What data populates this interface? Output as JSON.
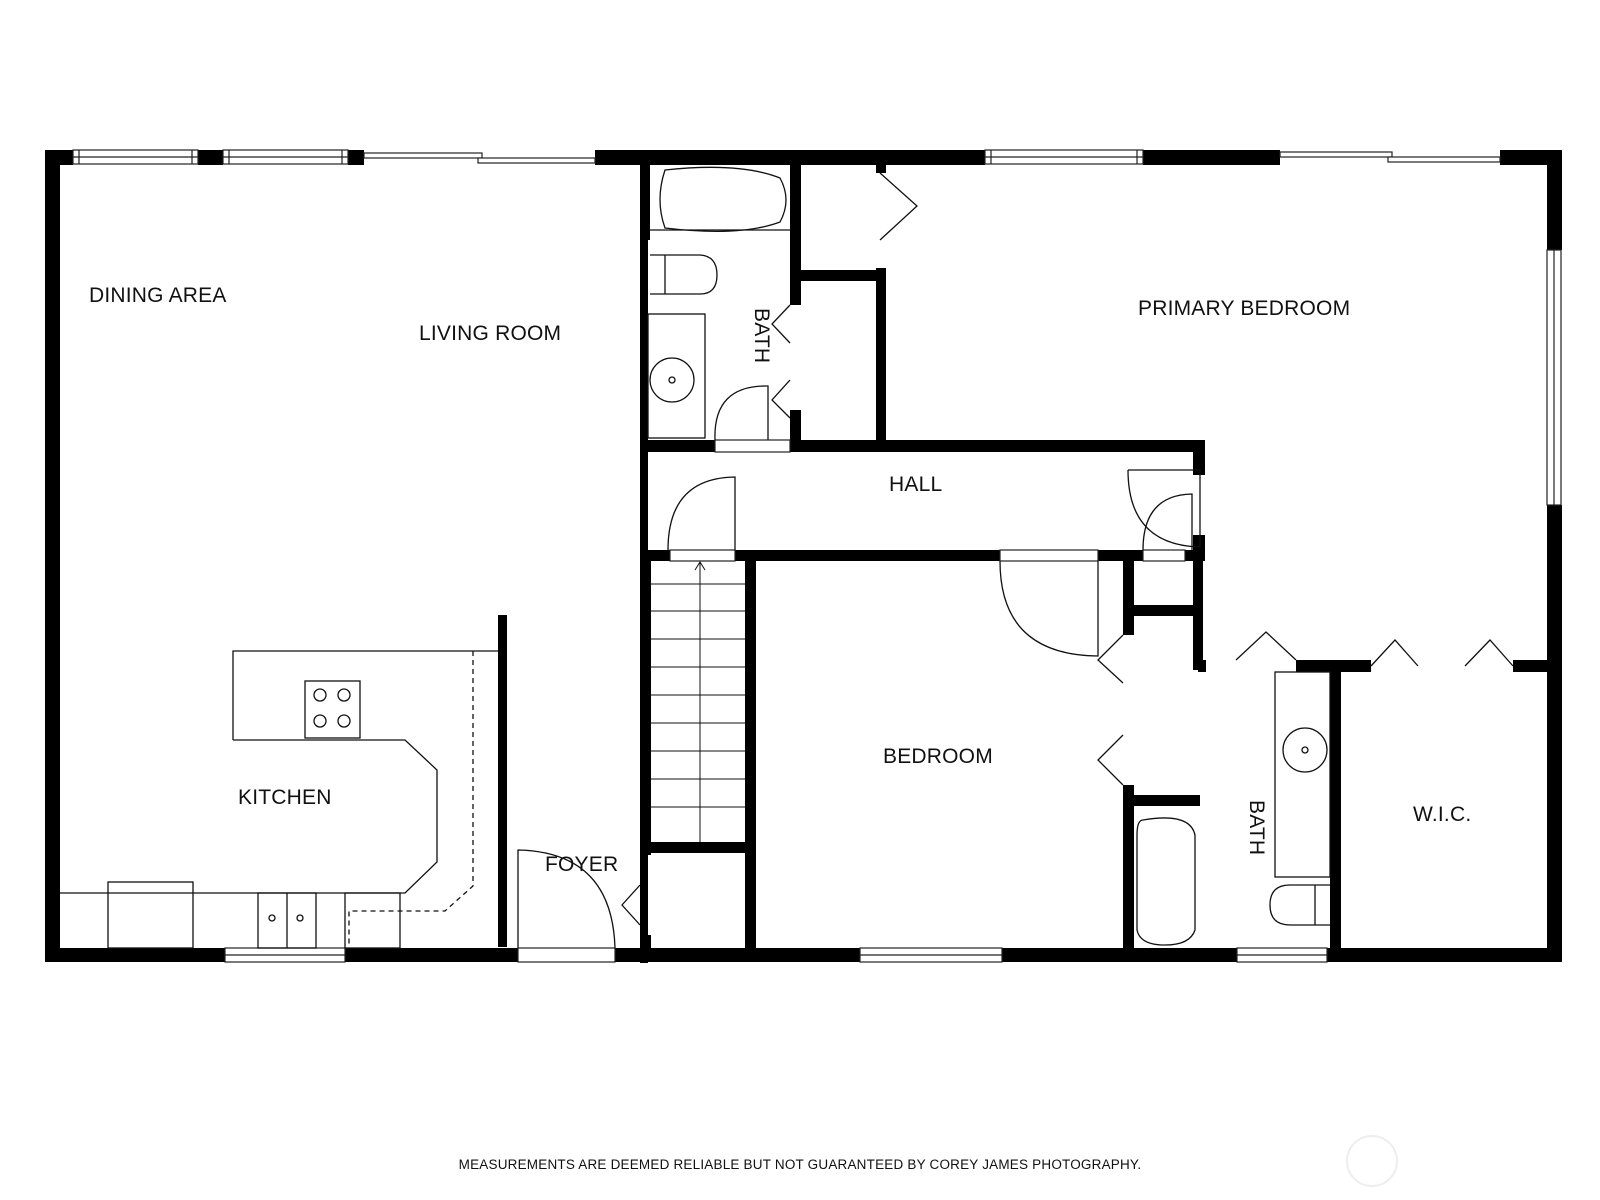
{
  "plan": {
    "rooms": [
      {
        "id": "dining-area",
        "label": "DINING AREA"
      },
      {
        "id": "living-room",
        "label": "LIVING ROOM"
      },
      {
        "id": "kitchen",
        "label": "KITCHEN"
      },
      {
        "id": "foyer",
        "label": "FOYER"
      },
      {
        "id": "bath-1",
        "label": "BATH"
      },
      {
        "id": "hall",
        "label": "HALL"
      },
      {
        "id": "primary-bedroom",
        "label": "PRIMARY BEDROOM"
      },
      {
        "id": "bedroom",
        "label": "BEDROOM"
      },
      {
        "id": "bath-2",
        "label": "BATH"
      },
      {
        "id": "wic",
        "label": "W.I.C."
      }
    ],
    "fixtures": [
      "stairs-up",
      "bathtub",
      "toilet",
      "sink",
      "cooktop",
      "double-sink",
      "sliding-door",
      "window"
    ],
    "colors": {
      "wall": "#000000",
      "line": "#111111",
      "background": "#ffffff"
    }
  },
  "footer": {
    "disclaimer": "MEASUREMENTS ARE DEEMED RELIABLE BUT NOT GUARANTEED BY COREY JAMES PHOTOGRAPHY."
  }
}
